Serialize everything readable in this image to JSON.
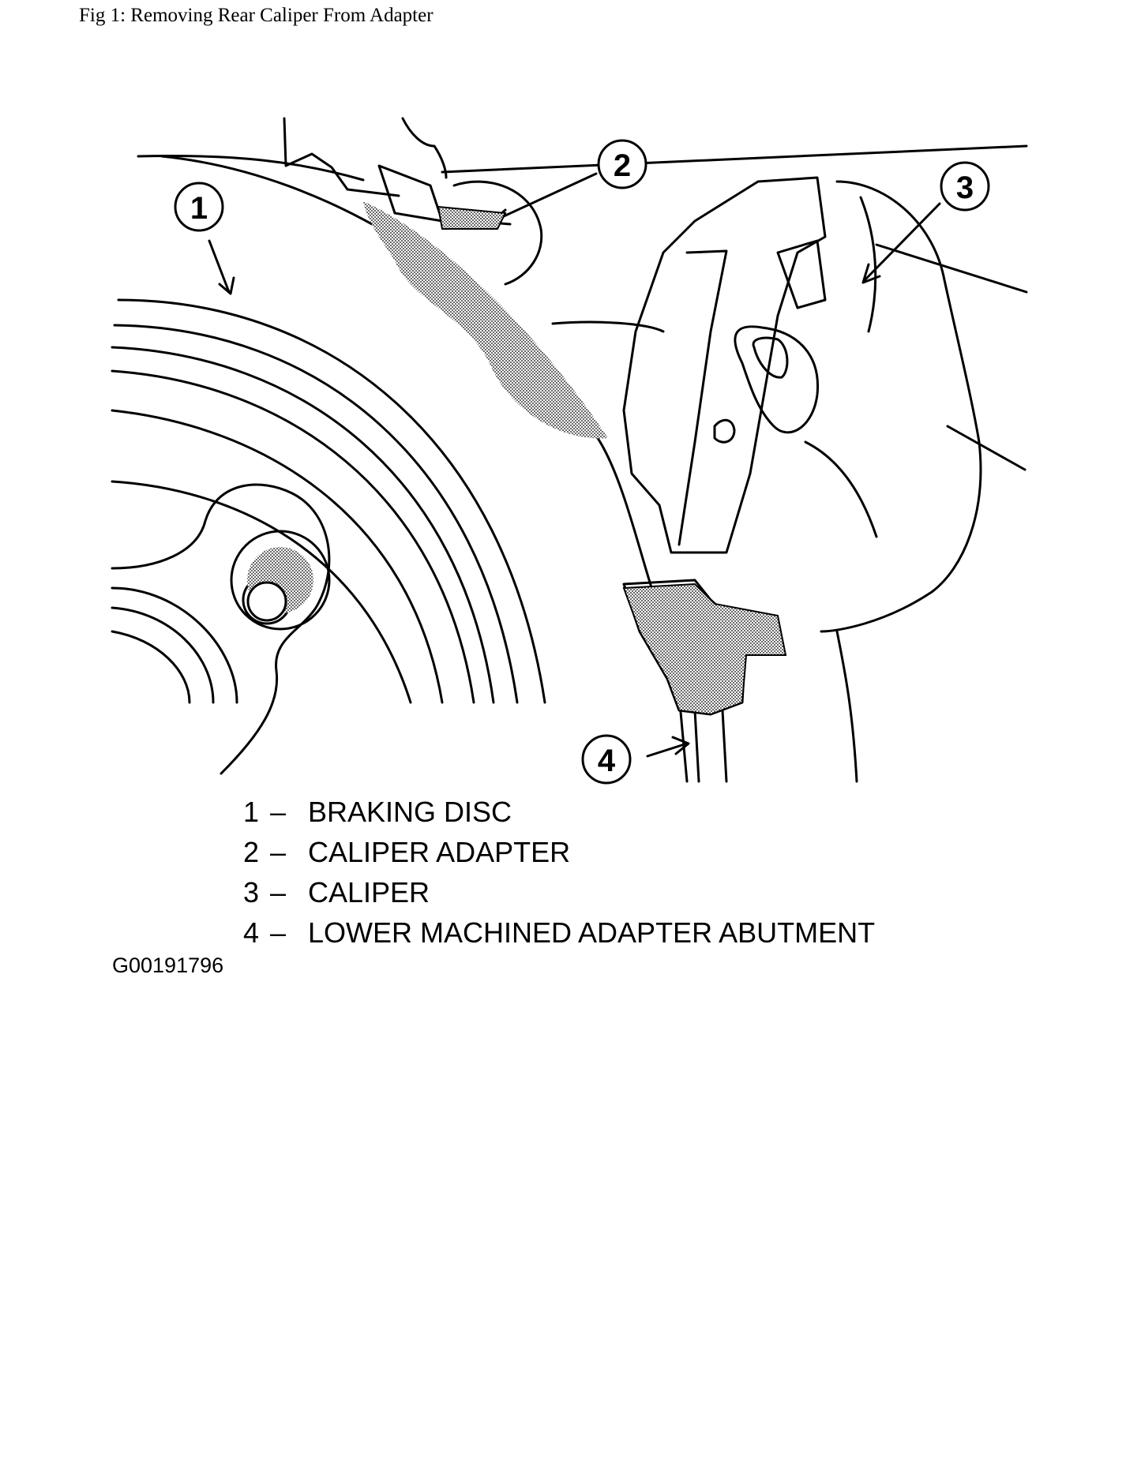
{
  "figure": {
    "caption": "Fig 1: Removing Rear Caliper From Adapter",
    "graphic_id": "G00191796"
  },
  "callouts": [
    "1",
    "2",
    "3",
    "4"
  ],
  "legend": [
    {
      "num": "1",
      "dash": "–",
      "label": "BRAKING DISC"
    },
    {
      "num": "2",
      "dash": "–",
      "label": "CALIPER ADAPTER"
    },
    {
      "num": "3",
      "dash": "–",
      "label": "CALIPER"
    },
    {
      "num": "4",
      "dash": "–",
      "label": "LOWER MACHINED ADAPTER ABUTMENT"
    }
  ],
  "colors": {
    "ink": "#000000",
    "paper": "#ffffff",
    "shade": "#9a9a9a"
  }
}
